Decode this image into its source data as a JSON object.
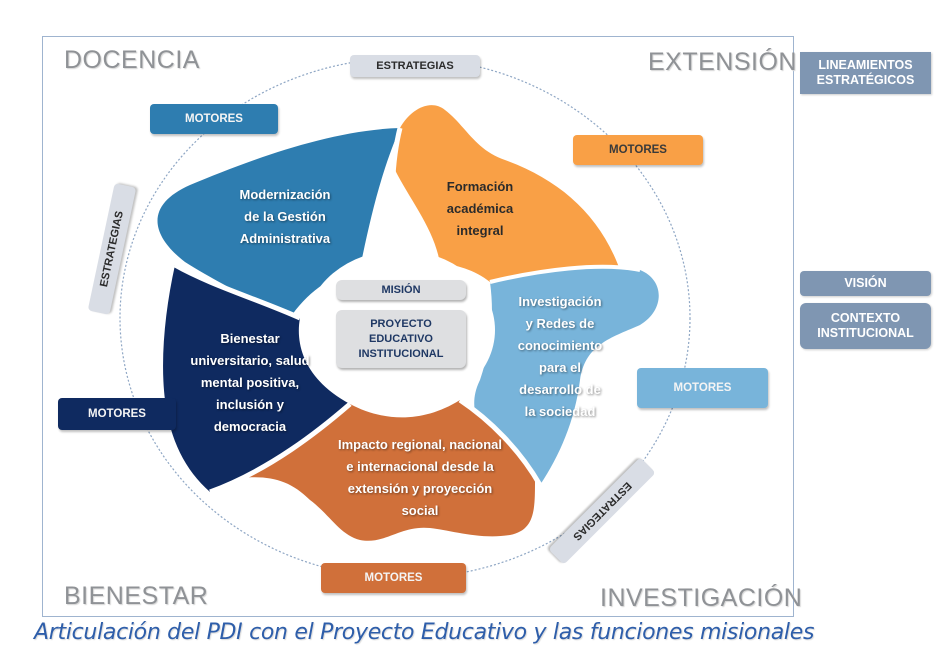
{
  "corners": {
    "top_left": "DOCENCIA",
    "top_right": "EXTENSIÓN",
    "bottom_left": "BIENESTAR",
    "bottom_right": "INVESTIGACIÓN"
  },
  "petals": [
    {
      "id": "gestion",
      "text": "Modernización\nde la Gestión\nAdministrativa",
      "color": "#2e7db0"
    },
    {
      "id": "formacion",
      "text": "Formación\nacadémica\nintegral",
      "color": "#f9a046"
    },
    {
      "id": "investigacion",
      "text": "Investigación\ny Redes de\nconocimiento\npara el\ndesarrollo de\nla sociedad",
      "color": "#78b4da"
    },
    {
      "id": "impacto",
      "text": "Impacto regional, nacional\ne internacional desde la\nextensión y proyección\nsocial",
      "color": "#d0703a"
    },
    {
      "id": "bienestar",
      "text": "Bienestar\nuniversitario, salud\nmental positiva,\ninclusión y\ndemocracia",
      "color": "#0f2a60"
    }
  ],
  "center": {
    "mision": "MISIÓN",
    "proyecto": "PROYECTO\nEDUCATIVO\nINSTITUCIONAL"
  },
  "motores": [
    {
      "id": "top-left",
      "label": "MOTORES",
      "color": "#2e7db0"
    },
    {
      "id": "top-right",
      "label": "MOTORES",
      "color": "#f9a046"
    },
    {
      "id": "right",
      "label": "MOTORES",
      "color": "#78b4da"
    },
    {
      "id": "bottom",
      "label": "MOTORES",
      "color": "#d0703a"
    },
    {
      "id": "left",
      "label": "MOTORES",
      "color": "#0f2a60"
    }
  ],
  "estrategias": [
    {
      "id": "top",
      "label": "ESTRATEGIAS"
    },
    {
      "id": "left",
      "label": "ESTRATEGIAS"
    },
    {
      "id": "bottom-right",
      "label": "ESTRATEGIAS"
    }
  ],
  "side_panel": {
    "lineamientos": "LINEAMIENTOS\nESTRATÉGICOS",
    "vision": "VISIÓN",
    "contexto": "CONTEXTO\nINSTITUCIONAL"
  },
  "caption": "Articulación del PDI con el Proyecto Educativo y las funciones misionales",
  "colors": {
    "frame": "#9fb4cf",
    "side_box": "#7f96b2",
    "caption": "#2e5eaa"
  }
}
